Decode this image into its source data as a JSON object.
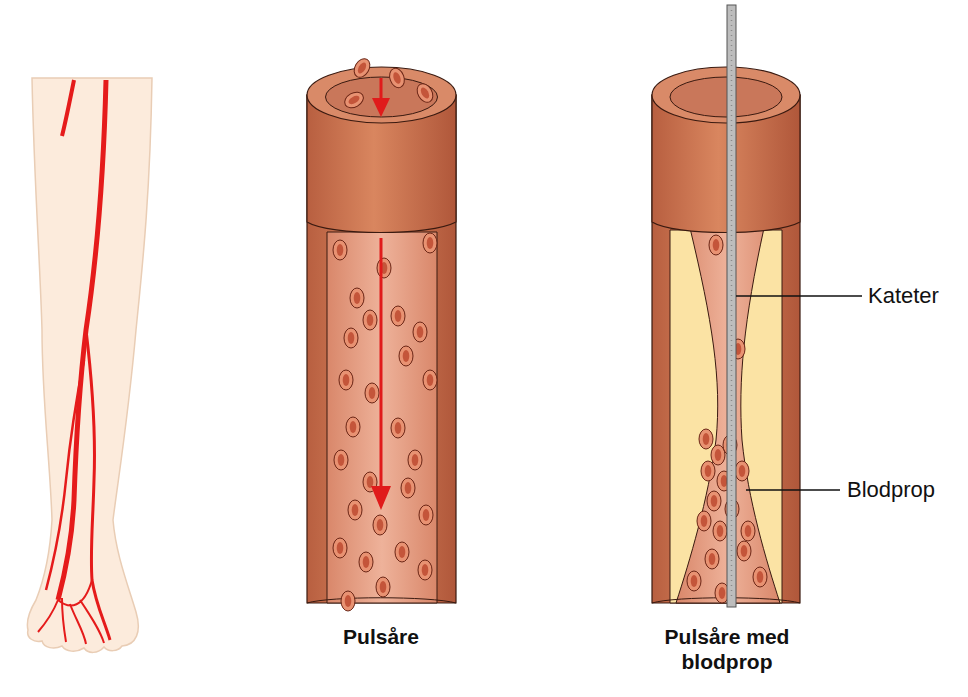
{
  "diagram": {
    "labels": [
      "Pulsåre",
      "Pulsåre med blodprop",
      "Kateter",
      "Blodprop"
    ]
  }
}
